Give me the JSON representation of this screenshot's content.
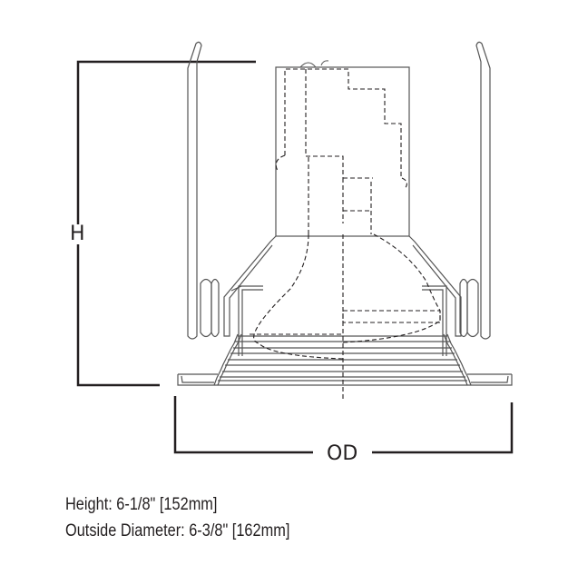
{
  "diagram": {
    "type": "technical-dimension-drawing",
    "subject": "recessed downlight fixture side elevation",
    "dimension_labels": {
      "height": "H",
      "outside_diameter": "OD"
    },
    "colors": {
      "line": "#231f20",
      "outline": "#555555",
      "background": "#ffffff"
    }
  },
  "specs": {
    "height": "Height: 6-1/8\" [152mm]",
    "outside_diameter": "Outside Diameter: 6-3/8\" [162mm]"
  }
}
